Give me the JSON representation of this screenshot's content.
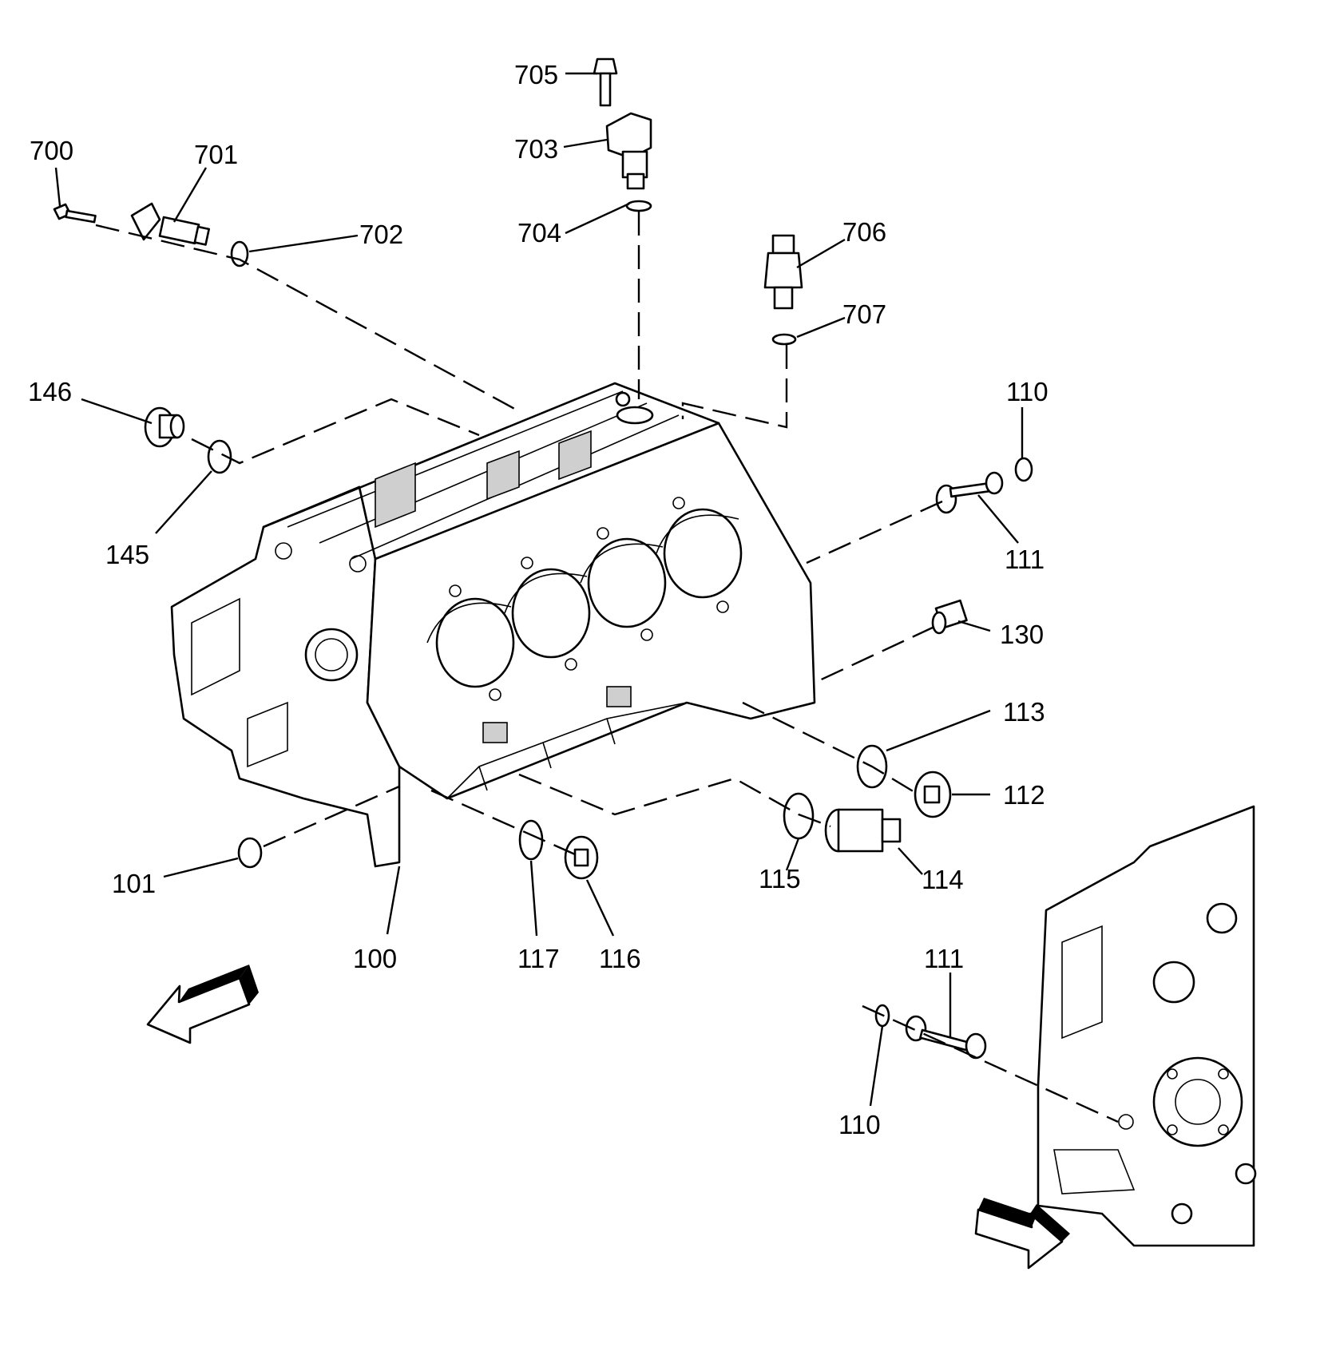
{
  "callouts": {
    "c700": "700",
    "c701": "701",
    "c702": "702",
    "c703": "703",
    "c704": "704",
    "c705": "705",
    "c706": "706",
    "c707": "707",
    "c146": "146",
    "c145": "145",
    "c110_top": "110",
    "c111_top": "111",
    "c130": "130",
    "c113": "113",
    "c112": "112",
    "c114": "114",
    "c115": "115",
    "c101": "101",
    "c100": "100",
    "c117": "117",
    "c116": "116",
    "c111_bottom": "111",
    "c110_bottom": "110"
  },
  "icons": {
    "front_arrow": "left-direction-arrow",
    "rear_arrow": "right-direction-arrow"
  }
}
